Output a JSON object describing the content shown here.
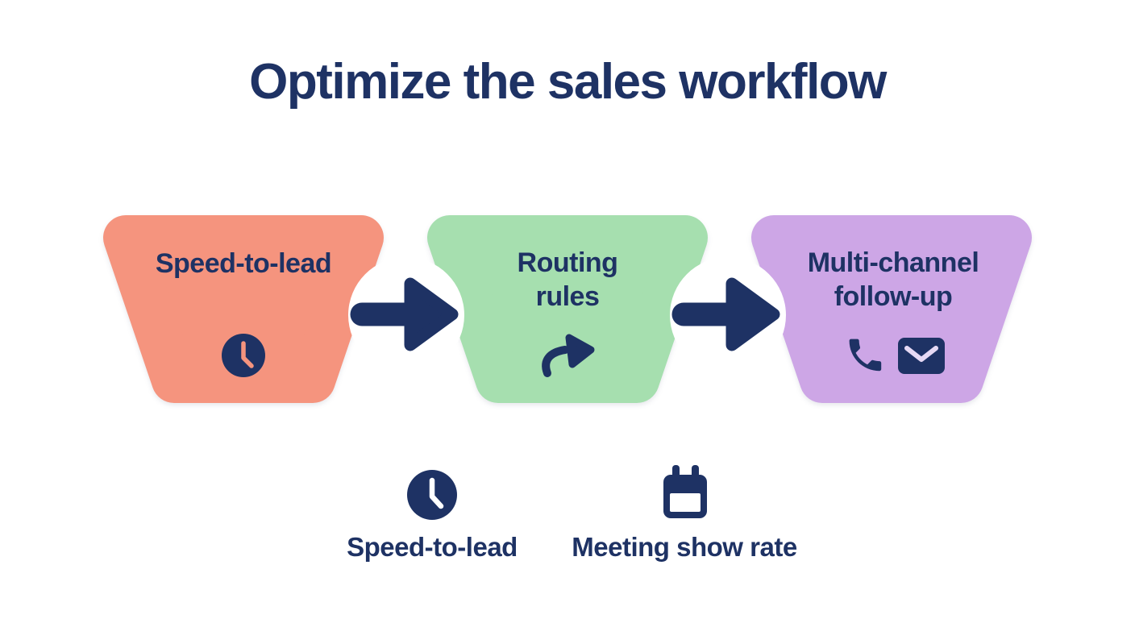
{
  "title": "Optimize the sales workflow",
  "colors": {
    "navy": "#1E3264",
    "salmon": "#F5947E",
    "green": "#A6DFAF",
    "purple": "#CDA6E6",
    "white": "#FFFFFF",
    "envelope_flap": "#E6D9F4",
    "background": "#FFFFFF"
  },
  "stages": [
    {
      "name": "speed-to-lead",
      "label": "Speed-to-lead",
      "color": "#F5947E",
      "icon": "clock-icon"
    },
    {
      "name": "routing-rules",
      "label_line1": "Routing",
      "label_line2": "rules",
      "color": "#A6DFAF",
      "icon": "share-arrow-icon"
    },
    {
      "name": "multi-channel-follow-up",
      "label_line1": "Multi-channel",
      "label_line2": "follow-up",
      "color": "#CDA6E6",
      "icons": [
        "phone-icon",
        "envelope-icon"
      ]
    }
  ],
  "connectors": [
    {
      "icon": "arrow-right-icon"
    },
    {
      "icon": "arrow-right-icon"
    }
  ],
  "metrics": [
    {
      "label": "Speed-to-lead",
      "icon": "clock-icon"
    },
    {
      "label": "Meeting show rate",
      "icon": "calendar-icon"
    }
  ]
}
